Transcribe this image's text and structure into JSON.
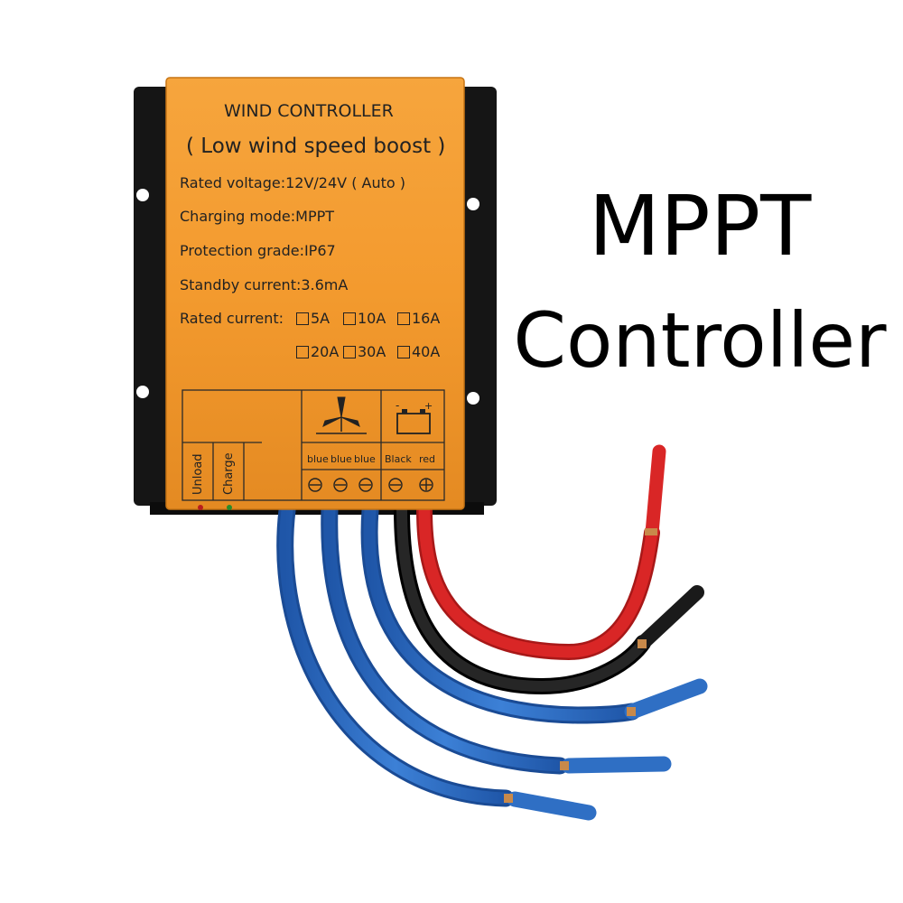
{
  "headline": {
    "line1": "MPPT",
    "line2": "Controller"
  },
  "label": {
    "title": "WIND CONTROLLER",
    "subtitle": "( Low wind speed boost )",
    "rated_voltage": "Rated voltage:12V/24V ( Auto )",
    "charging_mode": "Charging mode:MPPT",
    "protection_grade": "Protection grade:IP67",
    "standby_current": "Standby current:3.6mA",
    "rated_current_label": "Rated current:",
    "current_options": [
      "5A",
      "10A",
      "16A",
      "20A",
      "30A",
      "40A"
    ],
    "indicators": [
      "Unload",
      "Charge"
    ],
    "terminals": [
      "blue",
      "blue",
      "blue",
      "Black",
      "red"
    ]
  },
  "colors": {
    "plate_orange": "#f39a2e",
    "housing_black": "#151515",
    "wire_blue": "#2f6fc4",
    "wire_black": "#141414",
    "wire_red": "#d92626"
  }
}
